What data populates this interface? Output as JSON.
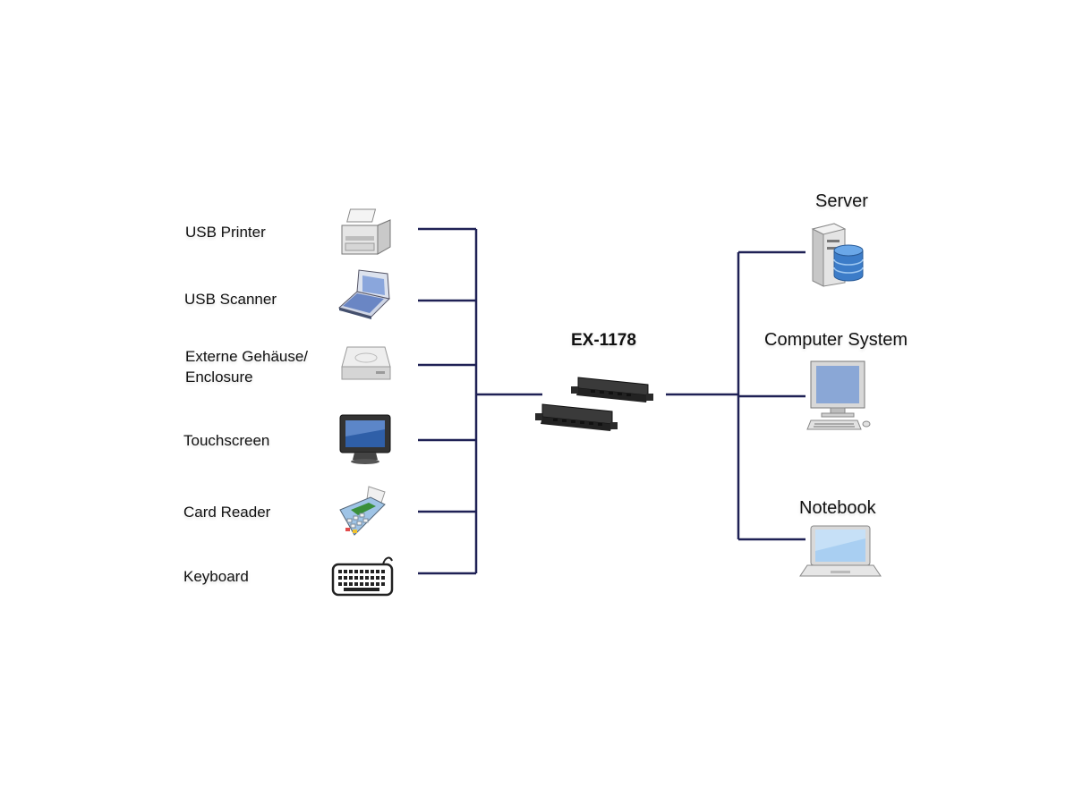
{
  "hub": {
    "model": "EX-1178"
  },
  "left_devices": [
    {
      "label": "USB Printer",
      "icon": "printer-icon"
    },
    {
      "label": "USB Scanner",
      "icon": "scanner-icon"
    },
    {
      "label_line1": "Externe Gehäuse/",
      "label_line2": "Enclosure",
      "icon": "drive-enclosure-icon"
    },
    {
      "label": "Touchscreen",
      "icon": "touchscreen-icon"
    },
    {
      "label": "Card Reader",
      "icon": "card-reader-icon"
    },
    {
      "label": "Keyboard",
      "icon": "keyboard-icon"
    }
  ],
  "right_hosts": [
    {
      "label": "Server",
      "icon": "server-icon"
    },
    {
      "label": "Computer System",
      "icon": "computer-icon"
    },
    {
      "label": "Notebook",
      "icon": "notebook-icon"
    }
  ],
  "colors": {
    "line": "#1f2155",
    "text": "#111111",
    "background": "#ffffff"
  }
}
